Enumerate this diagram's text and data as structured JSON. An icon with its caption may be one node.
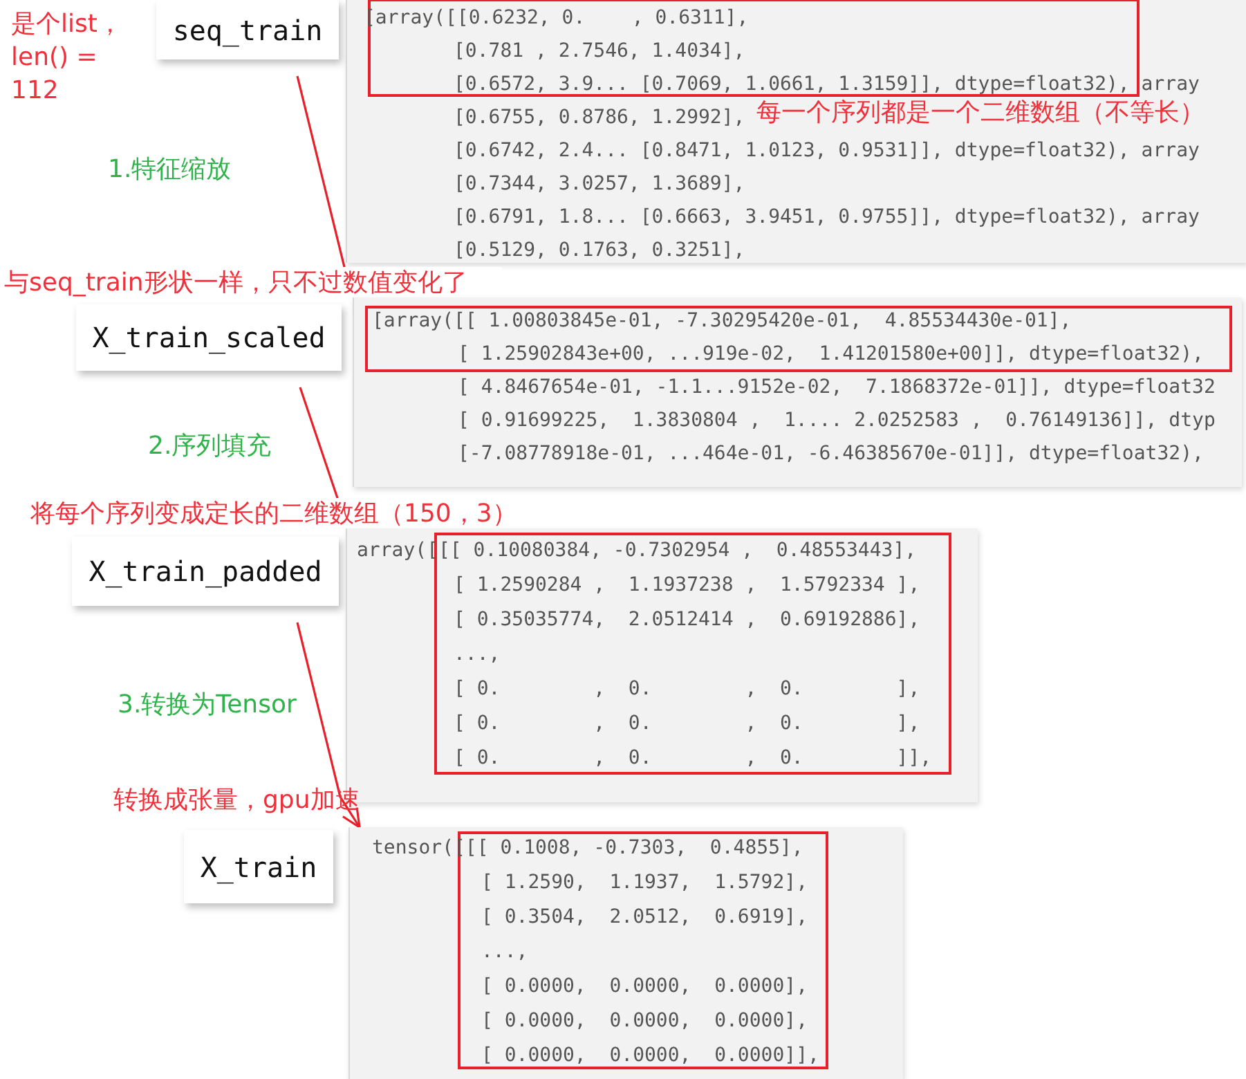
{
  "diagram": {
    "nodes": [
      {
        "text": [
          "seq_train"
        ],
        "beside": [
          "是个list， len() = 112"
        ]
      },
      {
        "text": [
          "[array([[0.6232, 0.    , 0.6311],",
          "[0.781 , 2.7546, 1.4034],",
          "[0.6572, 3.9... [0.7069, 1.0661, 1.3159]], dtype=float32), array",
          "[0.6755, 0.8786, 1.2992],",
          "[0.6742, 2.4... [0.8471, 1.0123, 0.9531]], dtype=float32), array",
          "[0.7344, 3.0257, 1.3689],",
          "[0.6791, 1.8... [0.6663, 3.9451, 0.9755]], dtype=float32), array",
          "[0.5129, 0.1763, 0.3251],"
        ]
      },
      {
        "text": [
          "X_train_scaled"
        ],
        "beside": [
          "与seq_train形状一样，只不过数值变化了"
        ]
      },
      {
        "text": [
          "[array([[ 1.00803845e-01, -7.30295420e-01,  4.85534430e-01],",
          "[ 1.25902843e+00, ...919e-02,  1.41201580e+00]], dtype=float32),",
          "[ 4.8467654e-01, -1.1...9152e-02,  7.1868372e-01]], dtype=float32",
          "[ 0.91699225,  1.3830804 ,  1.... 2.0252583 ,  0.76149136]], dtyp",
          "[-7.08778918e-01, ...464e-01, -6.46385670e-01]], dtype=float32),"
        ]
      },
      {
        "text": [
          "X_train_padded"
        ],
        "beside": [
          "将每个序列变成定长的二维数组（150，3）"
        ]
      },
      {
        "text": [
          "array([[[ 0.10080384, -0.7302954 ,  0.48553443],",
          "[ 1.2590284 ,  1.1937238 ,  1.5792334 ],",
          "[ 0.35035774,  2.0512414 ,  0.69192886],",
          "...,",
          "[ 0.        ,  0.        ,  0.        ],",
          "[ 0.        ,  0.        ,  0.        ],",
          "[ 0.        ,  0.        ,  0.        ]],"
        ]
      },
      {
        "text": [
          "X_train"
        ]
      },
      {
        "text": [
          "tensor([[[ 0.1008, -0.7303,  0.4855],",
          "[ 1.2590,  1.1937,  1.5792],",
          "[ 0.3504,  2.0512,  0.6919],",
          "...,",
          "[ 0.0000,  0.0000,  0.0000],",
          "[ 0.0000,  0.0000,  0.0000],",
          "[ 0.0000,  0.0000,  0.0000]],"
        ]
      }
    ],
    "edges": [
      {
        "from": 0,
        "to": 3,
        "arrow": "to",
        "label": "1.特征缩放"
      },
      {
        "from": 2,
        "to": 5,
        "arrow": "to",
        "label": "2.序列填充"
      },
      {
        "from": 4,
        "to": 7,
        "arrow": "to",
        "label": "3.转换为Tensor"
      }
    ],
    "labels": [
      "每一个序列都是一个二维数组（不等长）",
      "转换成张量，gpu加速"
    ]
  }
}
